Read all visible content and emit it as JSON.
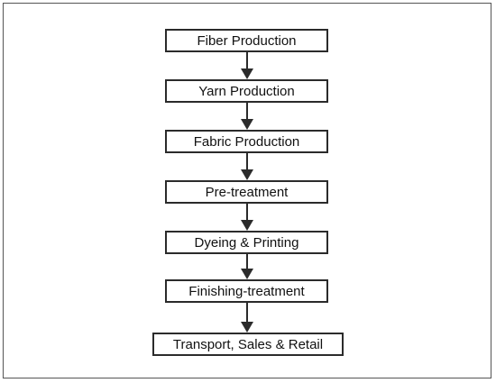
{
  "flowchart": {
    "steps": [
      {
        "label": "Fiber Production"
      },
      {
        "label": "Yarn Production"
      },
      {
        "label": "Fabric Production"
      },
      {
        "label": "Pre-treatment"
      },
      {
        "label": "Dyeing & Printing"
      },
      {
        "label": "Finishing-treatment"
      },
      {
        "label": "Transport, Sales & Retail"
      }
    ],
    "colors": {
      "border": "#2b2b2b",
      "text": "#111111",
      "background": "#ffffff"
    }
  }
}
